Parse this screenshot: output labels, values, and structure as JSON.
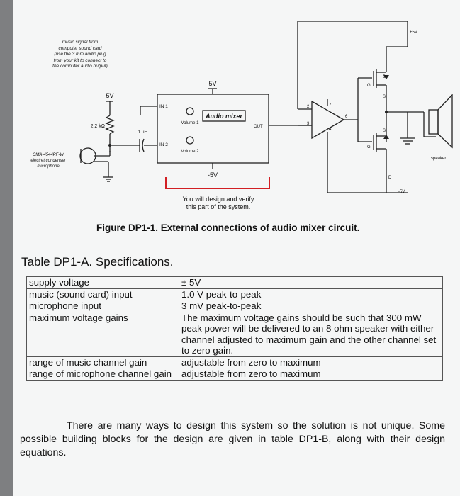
{
  "diagram": {
    "source_note": [
      "music signal from",
      "computer sound card",
      "(use the 3 mm audio plug",
      "from your kit to connect to",
      "the computer audio output)"
    ],
    "mic_note": [
      "CMA-4544PF-W",
      "electret condenser",
      "microphone"
    ],
    "supply_5v": "5V",
    "supply_neg5v": "-5V",
    "resistor": "2.2 kΩ",
    "capacitor": "1 μF",
    "in1": "IN 1",
    "in2": "IN 2",
    "volume1": "Volume 1",
    "volume2": "Volume 2",
    "mixer": "Audio mixer",
    "out": "OUT",
    "pos5v": "+5V",
    "neg5v": "-5V",
    "speaker": "speaker",
    "pin2": "2",
    "pin3": "3",
    "pin4": "4",
    "pin6": "6",
    "pin7": "7",
    "g": "G",
    "s": "S",
    "d": "D",
    "design_note": [
      "You will design and verify",
      "this part of the system."
    ]
  },
  "figure_caption": "Figure DP1-1. External connections of audio mixer circuit.",
  "table_title": "Table DP1-A. Specifications.",
  "spec_rows": [
    {
      "key": "supply voltage",
      "value": "± 5V"
    },
    {
      "key": "music (sound card) input",
      "value": "1.0 V peak-to-peak"
    },
    {
      "key": "microphone input",
      "value": "3 mV peak-to-peak"
    },
    {
      "key": "maximum voltage gains",
      "value": "The maximum voltage gains should be such that 300 mW peak power will be delivered to an 8 ohm speaker with either channel adjusted to maximum gain and the other channel set to zero gain."
    },
    {
      "key": "range of music channel gain",
      "value": "adjustable from zero to maximum"
    },
    {
      "key": "range of microphone channel gain",
      "value": "adjustable from zero to maximum"
    }
  ],
  "paragraph": "There are many ways to design this system so the solution is not unique. Some possible building blocks for the design are given in table DP1-B, along with their design equations."
}
